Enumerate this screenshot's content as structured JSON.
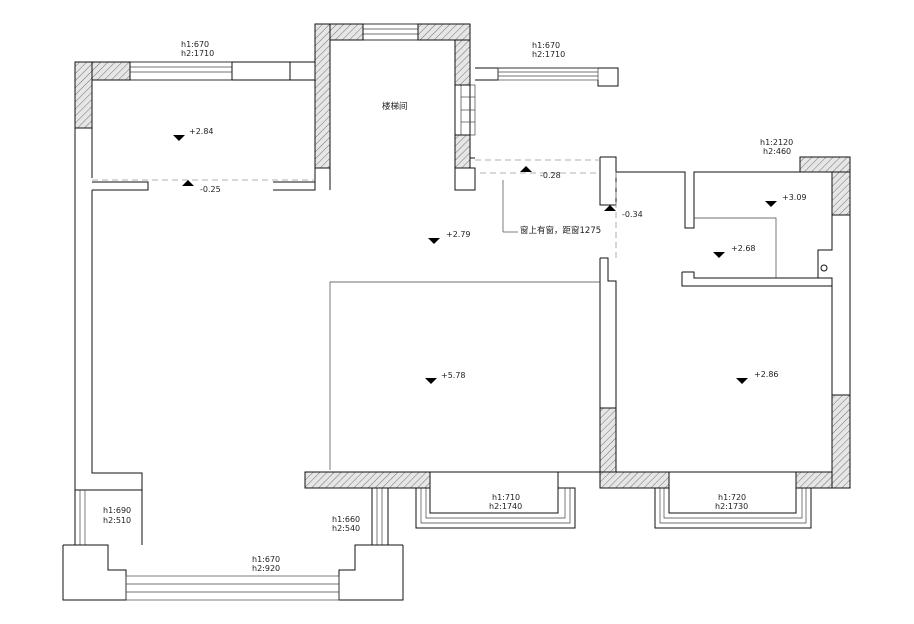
{
  "room_label": "楼梯间",
  "note": "窗上有窗，距窗1275",
  "windows": [
    {
      "id": "top-left",
      "h1": "h1:670",
      "h2": "h2:1710"
    },
    {
      "id": "top-right",
      "h1": "h1:670",
      "h2": "h2:1710"
    },
    {
      "id": "right-upper",
      "h1": "h1:2120",
      "h2": "h2:460"
    },
    {
      "id": "left-side",
      "h1": "h1:690",
      "h2": "h2:510"
    },
    {
      "id": "bottom-inner",
      "h1": "h1:660",
      "h2": "h2:540"
    },
    {
      "id": "bottom-center",
      "h1": "h1:670",
      "h2": "h2:920"
    },
    {
      "id": "bay-middle",
      "h1": "h1:710",
      "h2": "h2:1740"
    },
    {
      "id": "bay-right",
      "h1": "h1:720",
      "h2": "h2:1730"
    }
  ],
  "levels": [
    "+2.84",
    "-0.25",
    "-0.28",
    "-0.34",
    "+2.79",
    "+3.09",
    "+2.68",
    "+5.78",
    "+2.86"
  ]
}
